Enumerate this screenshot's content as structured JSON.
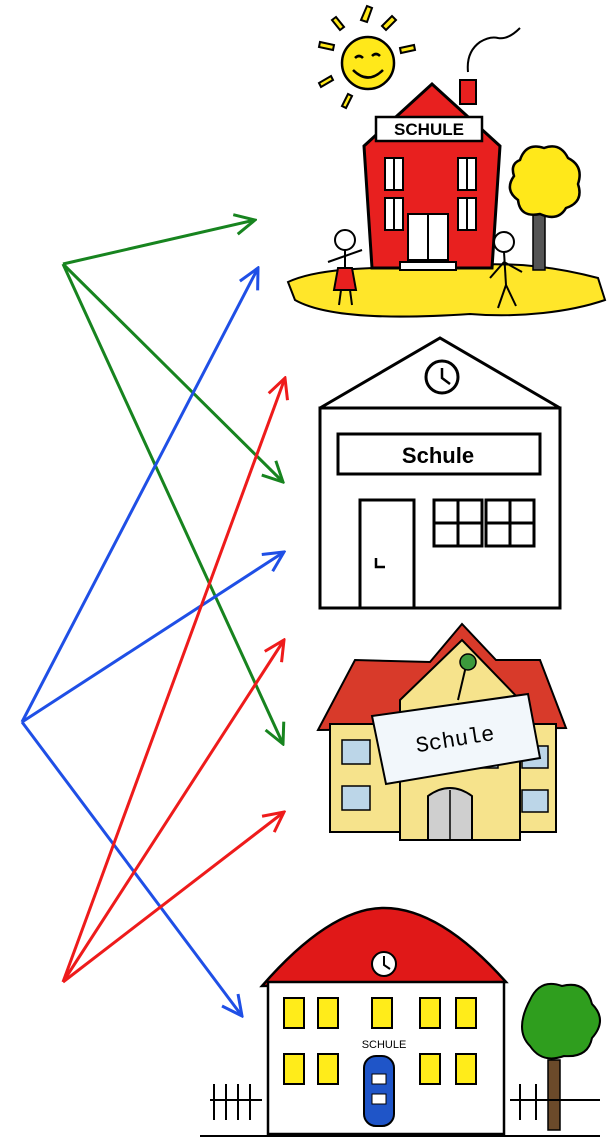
{
  "colors": {
    "green": "#17841f",
    "blue": "#1f4fe6",
    "red": "#ee1b1b",
    "wall_red": "#e8201f",
    "roof_red": "#e01818",
    "sun": "#ffe81a",
    "ground": "#ffe62a",
    "tree": "#e3d21a",
    "wall_yellow": "#f6e38c",
    "window_yellow": "#ffec1a",
    "tree_green": "#2f9e1e",
    "door_blue": "#1f55c8"
  },
  "buildings": [
    {
      "id": "cartoon-school",
      "sign": "SCHULE"
    },
    {
      "id": "outline-school",
      "sign": "Schule"
    },
    {
      "id": "watercolor-school",
      "sign": "Schule"
    },
    {
      "id": "sketch-school",
      "sign": "SCHULE"
    }
  ],
  "sources": [
    {
      "color": "green",
      "targets": [
        "cartoon-school",
        "outline-school",
        "watercolor-school"
      ]
    },
    {
      "color": "blue",
      "targets": [
        "cartoon-school",
        "outline-school",
        "sketch-school"
      ]
    },
    {
      "color": "red",
      "targets": [
        "outline-school",
        "watercolor-school",
        "watercolor-school"
      ]
    }
  ]
}
